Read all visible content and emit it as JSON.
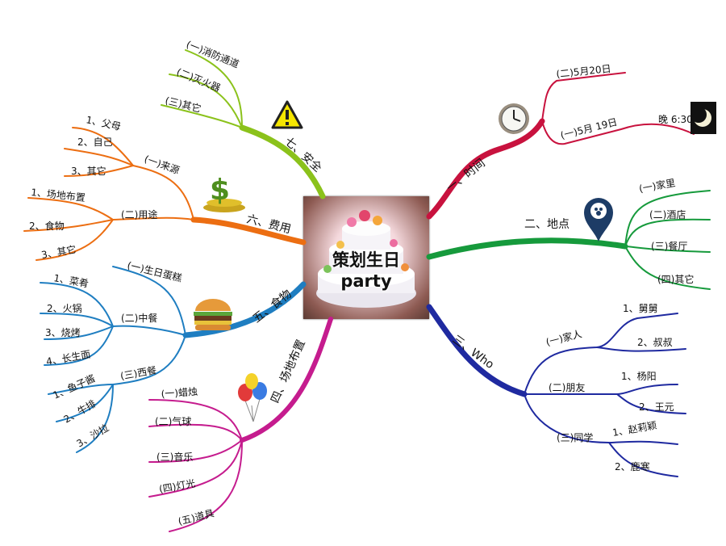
{
  "center": {
    "line1": "策划生日",
    "line2": "party"
  },
  "colors": {
    "time": "#c8123e",
    "place": "#169a3c",
    "who": "#1f2aa0",
    "venue": "#c51c8e",
    "food": "#1f7ec1",
    "cost": "#ec6e12",
    "safety": "#8bc21b"
  },
  "branches": {
    "time": {
      "label": "一、时间",
      "items": {
        "a": "(二)5月20日",
        "b": "(一)5月 19日",
        "b_note": "晚 6:30"
      }
    },
    "place": {
      "label": "二、地点",
      "items": [
        "(一)家里",
        "(二)酒店",
        "(三)餐厅",
        "(四)其它"
      ]
    },
    "who": {
      "label": "三、Who",
      "family": "(一)家人",
      "family_items": [
        "1、舅舅",
        "2、叔叔"
      ],
      "friends": "(二)朋友",
      "friends_items": [
        "1、杨阳",
        "2、王元"
      ],
      "classmates": "(三)同学",
      "classmates_items": [
        "1、赵莉颖",
        "2、鹿寒"
      ]
    },
    "venue": {
      "label": "四、场地布置",
      "items": [
        "(一)蜡烛",
        "(二)气球",
        "(三)音乐",
        "(四)灯光",
        "(五)道具"
      ]
    },
    "food": {
      "label": "五、食物",
      "cake": "(一)生日蛋糕",
      "lunch": "(二)中餐",
      "lunch_items": [
        "1、菜肴",
        "2、火锅",
        "3、烧烤",
        "4、长生面"
      ],
      "western": "(三)西餐",
      "western_items": [
        "1、鱼子酱",
        "2、牛排",
        "3、沙拉"
      ]
    },
    "cost": {
      "label": "六、费用",
      "source": "(一)来源",
      "source_items": [
        "1、父母",
        "2、自己",
        "3、其它"
      ],
      "use": "(二)用途",
      "use_items": [
        "1、场地布置",
        "2、食物",
        "3、其它"
      ]
    },
    "safety": {
      "label": "七、安全",
      "items": [
        "(一)消防通道",
        "(二)灭火器",
        "(三)其它"
      ]
    }
  },
  "icons": [
    "clock-icon",
    "moon-icon",
    "map-pin-icon",
    "dollar-icon",
    "warning-icon",
    "burger-icon",
    "balloons-icon",
    "cake-icon"
  ]
}
